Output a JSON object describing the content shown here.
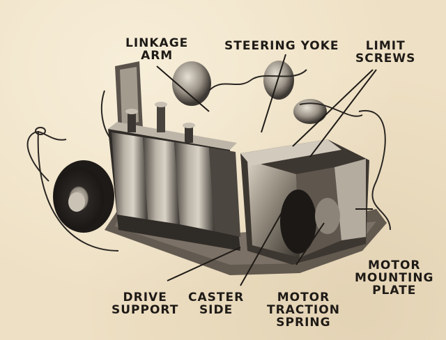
{
  "labels": {
    "linkage_arm": [
      "LINKAGE",
      "ARM"
    ],
    "steering_yoke": [
      "STEERING YOKE"
    ],
    "limit_screws": [
      "LIMIT",
      "SCREWS"
    ],
    "motor_mounting_plate": [
      "MOTOR",
      "MOUNTING",
      "PLATE"
    ],
    "drive_support": [
      "DRIVE",
      "SUPPORT"
    ],
    "caster_side": [
      "CASTER",
      "SIDE"
    ],
    "motor_traction_spring": [
      "MOTOR",
      "TRACTION",
      "SPRING"
    ]
  }
}
